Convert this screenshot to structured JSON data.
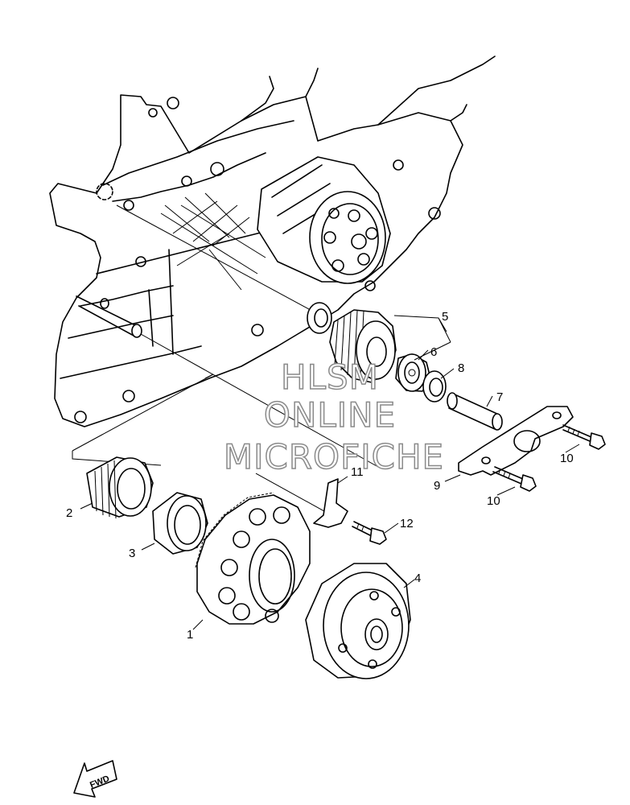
{
  "callouts": [
    {
      "id": "1",
      "label": "1"
    },
    {
      "id": "2",
      "label": "2"
    },
    {
      "id": "3",
      "label": "3"
    },
    {
      "id": "4",
      "label": "4"
    },
    {
      "id": "5",
      "label": "5"
    },
    {
      "id": "6",
      "label": "6"
    },
    {
      "id": "7",
      "label": "7"
    },
    {
      "id": "8",
      "label": "8"
    },
    {
      "id": "9",
      "label": "9"
    },
    {
      "id": "10a",
      "label": "10"
    },
    {
      "id": "10b",
      "label": "10"
    },
    {
      "id": "11",
      "label": "11"
    },
    {
      "id": "12",
      "label": "12"
    }
  ],
  "watermark": {
    "line1": "HLSM",
    "line2": "ONLINE",
    "line3": "MICROFICHE"
  },
  "fwd_badge": "FWD"
}
